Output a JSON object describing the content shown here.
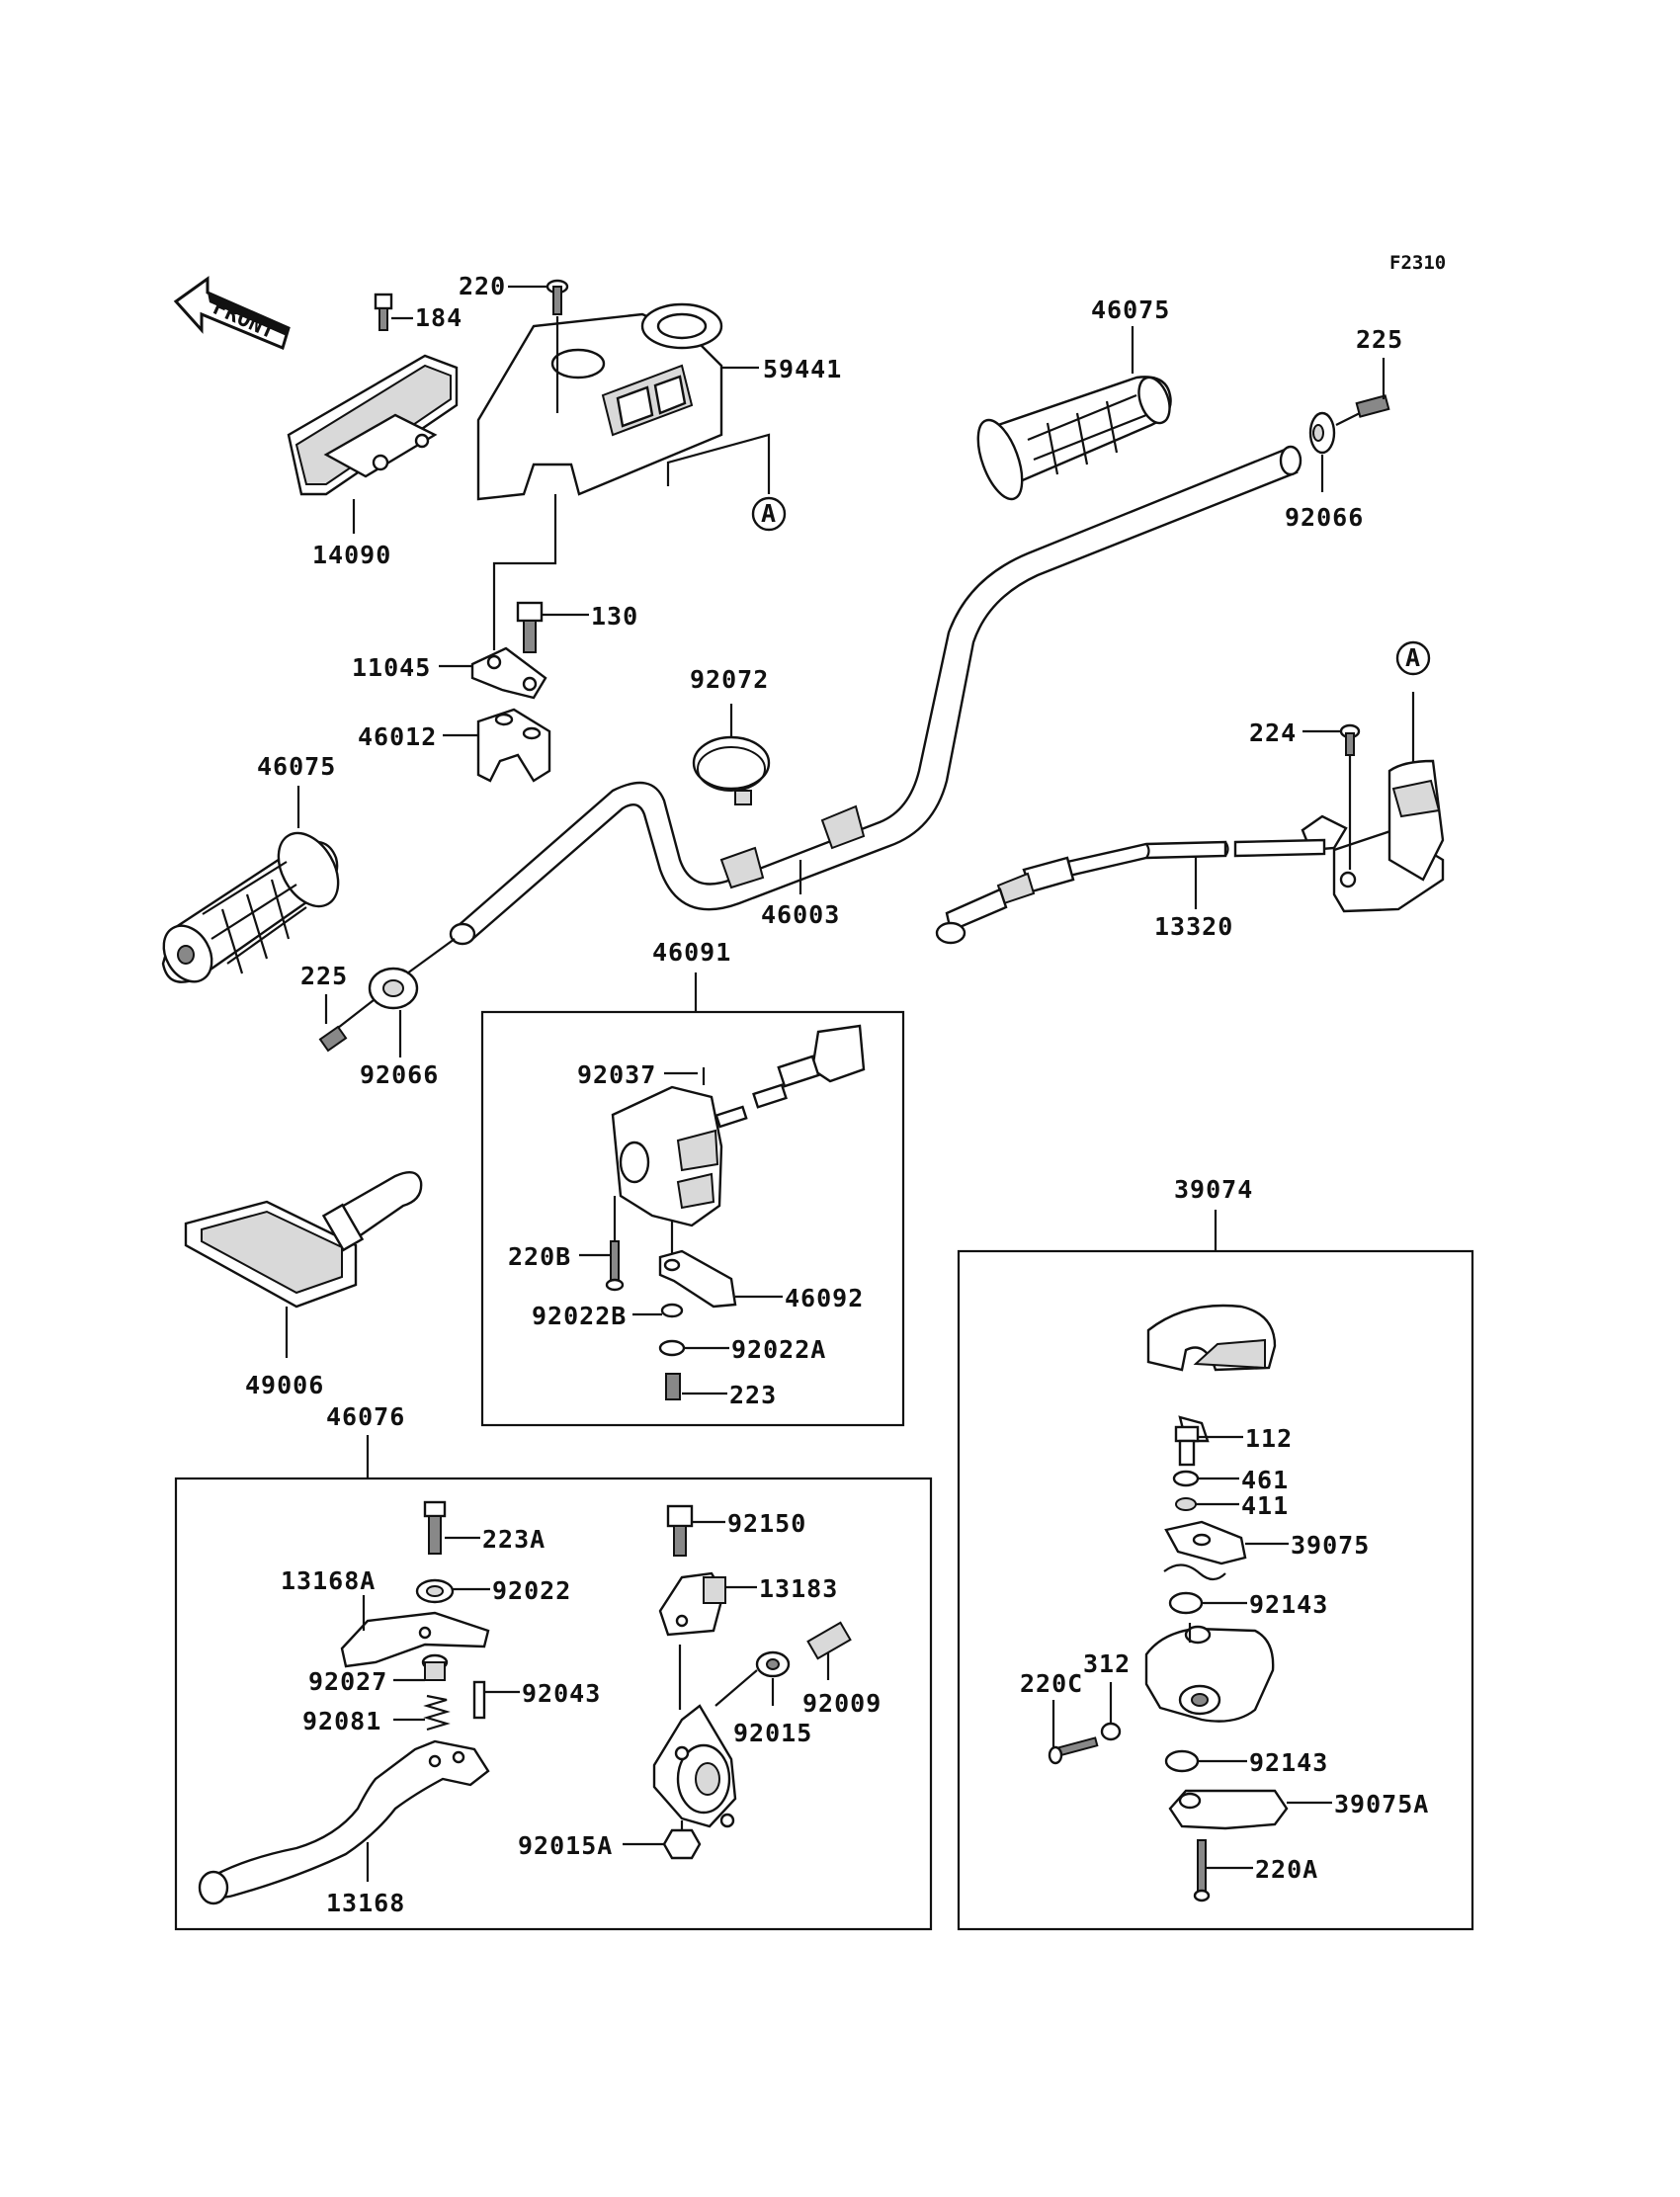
{
  "figure_code": "F2310",
  "front_arrow_text": "FRONT",
  "ref_marker": "A",
  "labels": {
    "p220_top": "220",
    "p184": "184",
    "p59441": "59441",
    "p14090": "14090",
    "p130": "130",
    "p11045": "11045",
    "p46012": "46012",
    "p46075_left": "46075",
    "p225_left": "225",
    "p92066_left": "92066",
    "p92072": "92072",
    "p46003": "46003",
    "p46075_right": "46075",
    "p225_right": "225",
    "p92066_right": "92066",
    "p224": "224",
    "p13320": "13320",
    "p46091": "46091",
    "p92037": "92037",
    "p220B": "220B",
    "p92022B": "92022B",
    "p46092": "46092",
    "p92022A": "92022A",
    "p223": "223",
    "p49006": "49006",
    "p46076": "46076",
    "p223A": "223A",
    "p13168A": "13168A",
    "p92022": "92022",
    "p92027": "92027",
    "p92043": "92043",
    "p92081": "92081",
    "p13168": "13168",
    "p92150": "92150",
    "p13183": "13183",
    "p92009": "92009",
    "p92015": "92015",
    "p92015A": "92015A",
    "p39074": "39074",
    "p112": "112",
    "p461": "461",
    "p411": "411",
    "p39075": "39075",
    "p92143_top": "92143",
    "p312": "312",
    "p220C": "220C",
    "p92143_bottom": "92143",
    "p39075A": "39075A",
    "p220A": "220A"
  }
}
